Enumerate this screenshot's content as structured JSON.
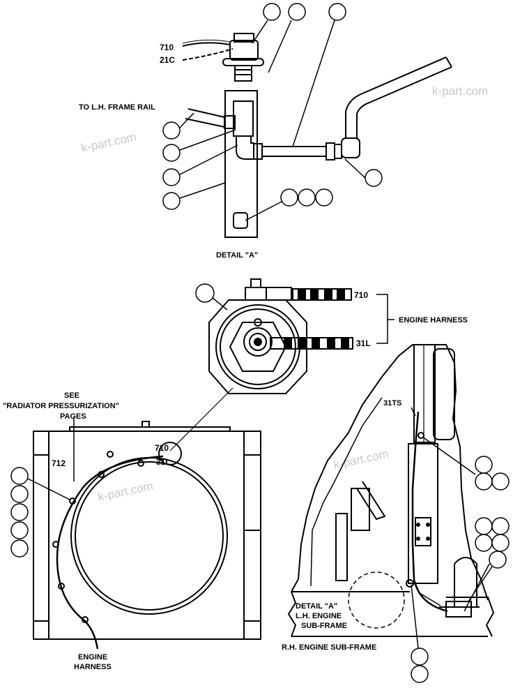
{
  "detail_a": {
    "wire_top": "710",
    "wire_bottom": "21C",
    "to_frame_rail": "TO L.H. FRAME RAIL",
    "title": "DETAIL \"A\""
  },
  "switch_closeup": {
    "wire_top": "710",
    "wire_bottom": "31L",
    "harness_label": "ENGINE HARNESS"
  },
  "radiator_view": {
    "see_note": [
      "SEE",
      "\"RADIATOR PRESSURIZATION\"",
      "PAGES"
    ],
    "wire_712": "712",
    "wire_710": "710",
    "wire_31l": "31L",
    "harness_bottom": [
      "ENGINE",
      "HARNESS"
    ]
  },
  "engine_view": {
    "wire_31ts": "31TS",
    "detail_ref": [
      "DETAIL \"A\"",
      "L.H. ENGINE",
      "SUB-FRAME"
    ],
    "rh_subframe": "R.H. ENGINE SUB-FRAME"
  },
  "watermark": "k-part.com"
}
